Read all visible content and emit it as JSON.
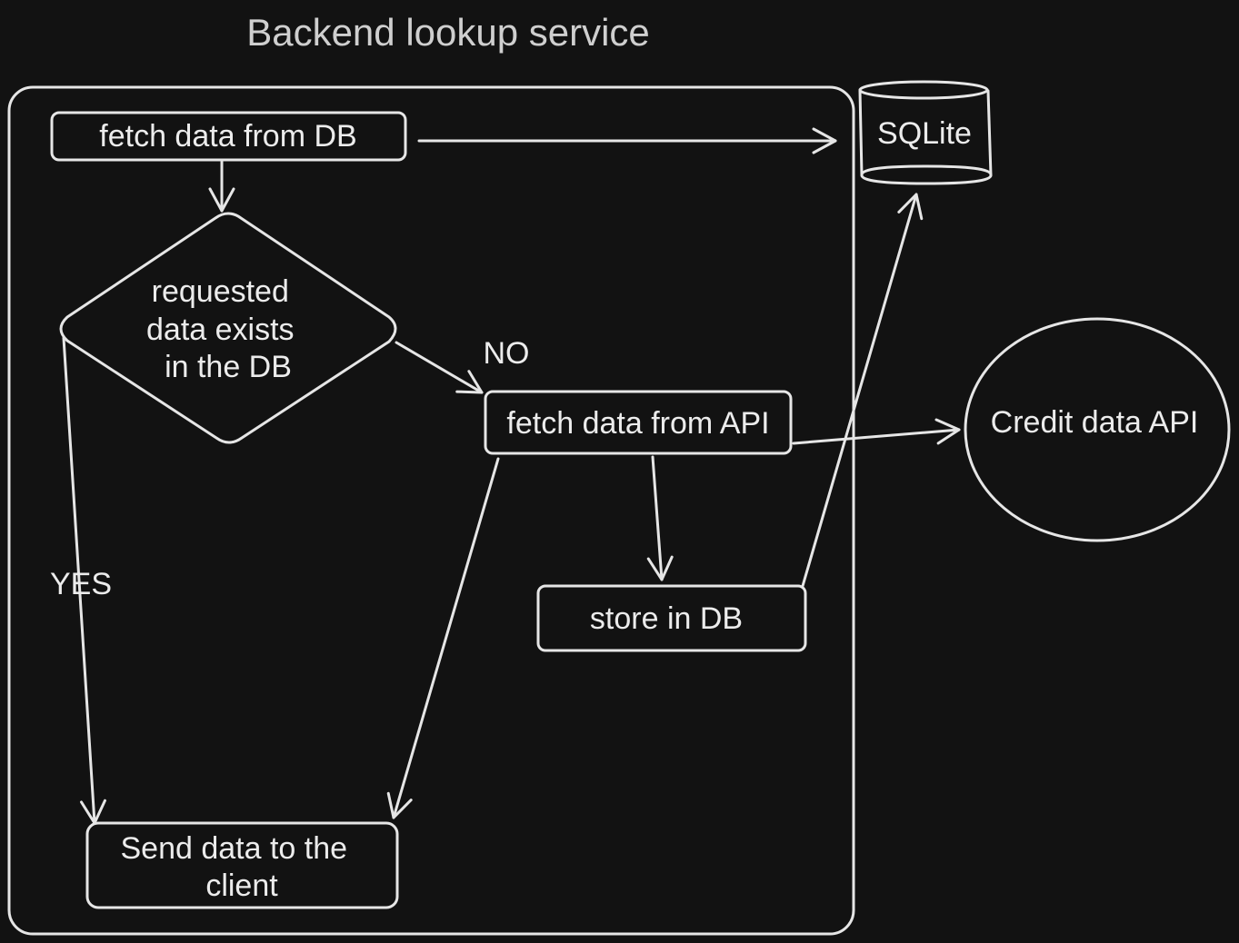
{
  "title": "Backend lookup service",
  "nodes": {
    "fetch_db": "fetch data from DB",
    "decision": [
      "requested",
      "data exists",
      "in the DB"
    ],
    "fetch_api": "fetch data from API",
    "store_db": "store in DB",
    "send_client": [
      "Send data to the",
      "client"
    ],
    "sqlite": "SQLite",
    "credit_api": "Credit data API"
  },
  "edge_labels": {
    "no": "NO",
    "yes": "YES"
  },
  "colors": {
    "background": "#121212",
    "stroke": "#e6e6e6",
    "text": "#ececec"
  }
}
